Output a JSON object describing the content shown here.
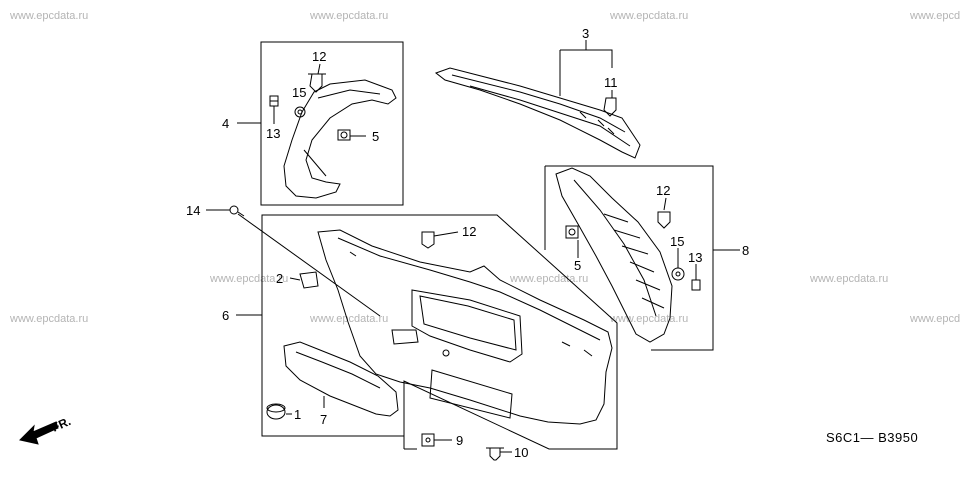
{
  "watermark": "www.epcdata.ru",
  "diagram_code": "S6C1— B3950",
  "front_label": "FR.",
  "callouts": {
    "c1": "1",
    "c2": "2",
    "c3": "3",
    "c4": "4",
    "c5a": "5",
    "c5b": "5",
    "c6": "6",
    "c7": "7",
    "c8": "8",
    "c9": "9",
    "c10": "10",
    "c11": "11",
    "c12a": "12",
    "c12b": "12",
    "c12c": "12",
    "c13a": "13",
    "c13b": "13",
    "c14": "14",
    "c15a": "15",
    "c15b": "15"
  }
}
